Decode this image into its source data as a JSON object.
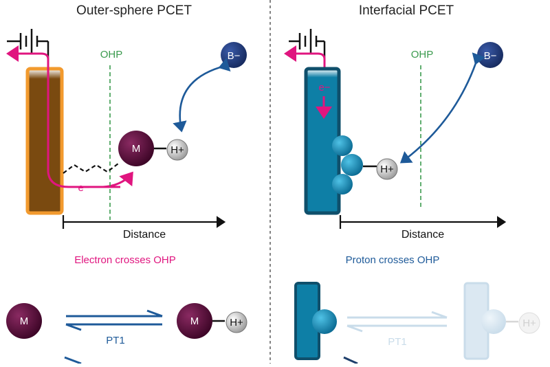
{
  "colors": {
    "magenta": "#e0157f",
    "dark_blue": "#1e5a99",
    "green_dash": "#3a9a4d",
    "electrode_orange": "#f29a2e",
    "electrode_brown": "#7a4a10",
    "electrode_teal": "#0e7fa6",
    "electrode_teal_dark": "#0f4f6b",
    "metal_purple": "#5a0a3a",
    "base_navy": "#1f3a7a",
    "faded_blue": "#c9dcea"
  },
  "panels": [
    {
      "title": "Outer-sphere PCET",
      "ohp_label": "OHP",
      "electron_label": "e−",
      "metal_label": "M",
      "proton_label": "H+",
      "base_label": "B−",
      "distance_label": "Distance",
      "caption": "Electron crosses OHP",
      "icons": [
        "battery-icon",
        "arrow-left-icon",
        "metal-complex-icon",
        "proton-icon",
        "base-icon"
      ]
    },
    {
      "title": "Interfacial PCET",
      "ohp_label": "OHP",
      "electron_label": "e−",
      "proton_label": "H+",
      "base_label": "B−",
      "distance_label": "Distance",
      "caption": "Proton crosses OHP",
      "icons": [
        "battery-icon",
        "arrow-left-icon",
        "surface-site-icon",
        "proton-icon",
        "base-icon"
      ]
    }
  ],
  "bottom": {
    "left": {
      "metal_label": "M",
      "metal_h_label": "M",
      "proton_label": "H+",
      "pt_label": "PT1"
    },
    "right": {
      "proton_label": "H+",
      "pt_label": "PT1"
    }
  }
}
